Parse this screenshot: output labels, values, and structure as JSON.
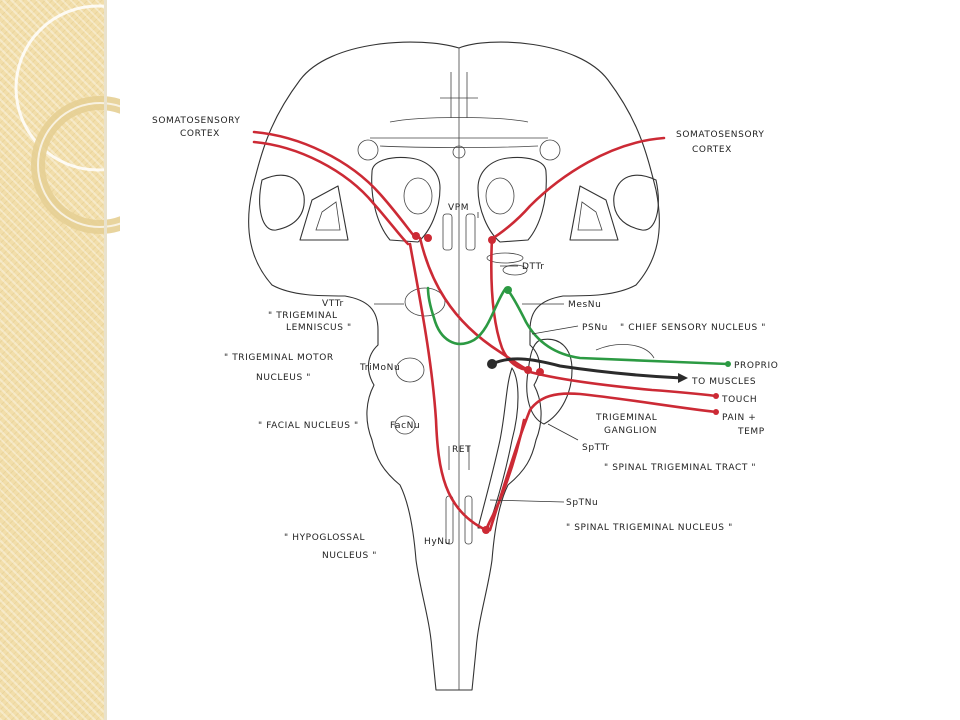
{
  "labels": {
    "somato_left_1": "SOMATOSENSORY",
    "somato_left_2": "CORTEX",
    "somato_right_1": "SOMATOSENSORY",
    "somato_right_2": "CORTEX",
    "vpm": "VPM",
    "dttr": "DTTr",
    "vttr": "VTTr",
    "trigeminal_lemniscus_1": "\" TRIGEMINAL",
    "trigeminal_lemniscus_2": "LEMNISCUS \"",
    "trigeminal_motor_1": "\" TRIGEMINAL MOTOR",
    "trigeminal_motor_2": "NUCLEUS \"",
    "trimonu": "TriMoNu",
    "facial_nucleus": "\" FACIAL NUCLEUS \"",
    "facnu": "FacNu",
    "ret": "RET",
    "hypoglossal_1": "\" HYPOGLOSSAL",
    "hypoglossal_2": "NUCLEUS \"",
    "hynu": "HyNu",
    "mesnu": "MesNu",
    "psnu": "PSNu",
    "chief_sensory": "\" CHIEF SENSORY NUCLEUS \"",
    "proprio": "PROPRIO",
    "to_muscles": "TO MUSCLES",
    "touch": "TOUCH",
    "pain_temp_1": "PAIN +",
    "pain_temp_2": "TEMP",
    "trigeminal_ganglion_1": "TRIGEMINAL",
    "trigeminal_ganglion_2": "GANGLION",
    "spttr": "SpTTr",
    "spinal_trigeminal_tract": "\" SPINAL TRIGEMINAL TRACT \"",
    "sptnu": "SpTNu",
    "spinal_trigeminal_nucleus": "\" SPINAL TRIGEMINAL NUCLEUS \""
  },
  "colors": {
    "sensory_pathway": "#cc2a35",
    "proprioceptive_pathway": "#2c9a43",
    "motor_pathway": "#2b2b2b",
    "outline": "#333333",
    "side_strip": "#f2deaa"
  }
}
